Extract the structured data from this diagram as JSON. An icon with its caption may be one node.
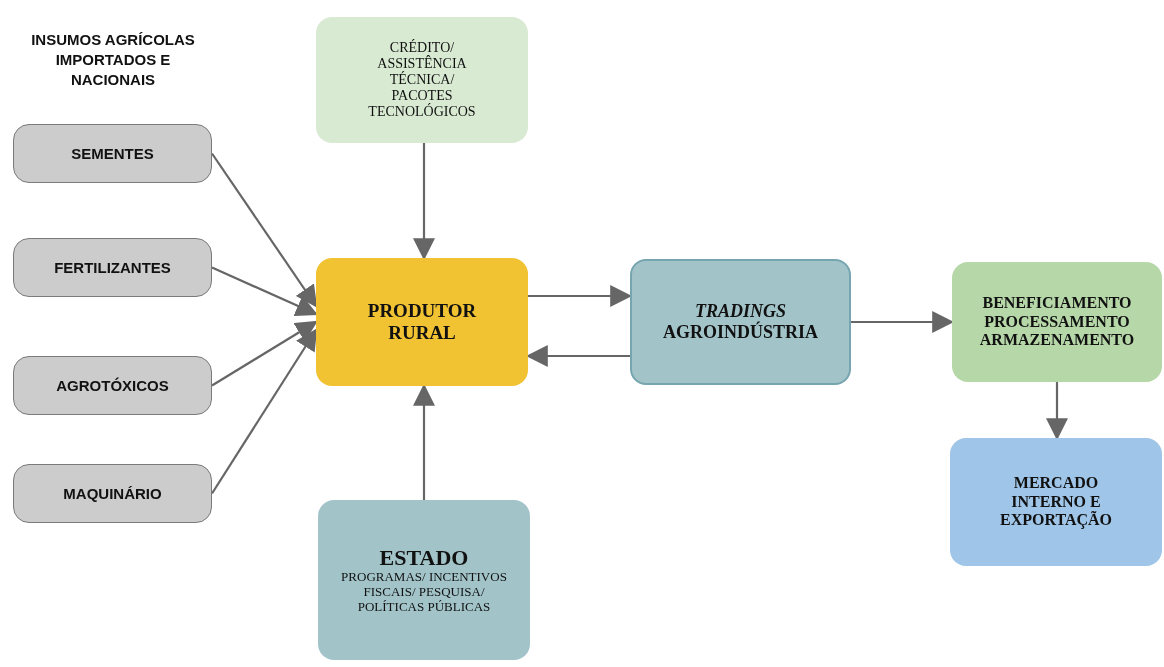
{
  "diagram": {
    "nodes": [
      {
        "text": [
          "SEMENTES"
        ]
      },
      {
        "text": [
          "FERTILIZANTES"
        ]
      },
      {
        "text": [
          "AGROTÓXICOS"
        ]
      },
      {
        "text": [
          "MAQUINÁRIO"
        ]
      },
      {
        "text": [
          "CRÉDITO/ ASSISTÊNCIA TÉCNICA/ PACOTES TECNOLÓGICOS"
        ]
      },
      {
        "text": [
          "PRODUTOR RURAL"
        ]
      },
      {
        "text": [
          "*TRADINGS* AGROINDÚSTRIA"
        ]
      },
      {
        "text": [
          "BENEFICIAMENTO PROCESSAMENTO ARMAZENAMENTO"
        ]
      },
      {
        "text": [
          "MERCADO INTERNO E EXPORTAÇÃO"
        ]
      },
      {
        "text": [
          "ESTADO",
          "PROGRAMAS/ INCENTIVOS FISCAIS/ PESQUISA/ POLÍTICAS PÚBLICAS"
        ]
      }
    ],
    "edges": [
      {
        "from": 0,
        "to": 5,
        "arrow": "to"
      },
      {
        "from": 1,
        "to": 5,
        "arrow": "to"
      },
      {
        "from": 2,
        "to": 5,
        "arrow": "to"
      },
      {
        "from": 3,
        "to": 5,
        "arrow": "to"
      },
      {
        "from": 4,
        "to": 5,
        "arrow": "to"
      },
      {
        "from": 9,
        "to": 5,
        "arrow": "to"
      },
      {
        "from": 5,
        "to": 6,
        "arrow": "to"
      },
      {
        "from": 6,
        "to": 5,
        "arrow": "to"
      },
      {
        "from": 6,
        "to": 7,
        "arrow": "to"
      },
      {
        "from": 7,
        "to": 8,
        "arrow": "to"
      }
    ],
    "labels": [
      "INSUMOS AGRÍCOLAS IMPORTADOS E NACIONAIS"
    ]
  }
}
